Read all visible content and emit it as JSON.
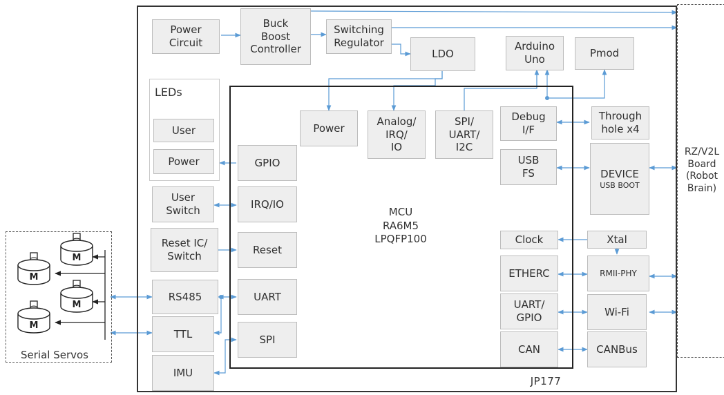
{
  "board_label": "JP177",
  "mcu_label": "MCU\nRA6M5\nLPQFP100",
  "leds_title": "LEDs",
  "serial_servos_label": "Serial Servos",
  "servo_letter": "M",
  "rz_label": "RZ/V2L\nBoard\n(Robot\nBrain)",
  "blocks": {
    "power_circuit": "Power\nCircuit",
    "buck_boost": "Buck\nBoost\nController",
    "switching_regulator": "Switching\nRegulator",
    "ldo": "LDO",
    "arduino": "Arduino\nUno",
    "pmod": "Pmod",
    "power": "Power",
    "analog": "Analog/\nIRQ/\nIO",
    "spi_uart_i2c": "SPI/\nUART/\nI2C",
    "debug": "Debug\nI/F",
    "through_hole": "Through\nhole x4",
    "led_user": "User",
    "led_power": "Power",
    "gpio": "GPIO",
    "usb_fs": "USB\nFS",
    "device": "DEVICE",
    "device_sub": "USB BOOT",
    "user_switch": "User\nSwitch",
    "irq_io": "IRQ/IO",
    "reset_ic": "Reset IC/\nSwitch",
    "reset": "Reset",
    "clock": "Clock",
    "xtal": "Xtal",
    "etherc": "ETHERC",
    "rmii": "RMII-PHY",
    "rs485": "RS485",
    "uart": "UART",
    "uart_gpio": "UART/\nGPIO",
    "wifi": "Wi-Fi",
    "ttl": "TTL",
    "spi": "SPI",
    "can": "CAN",
    "canbus": "CANBus",
    "imu": "IMU"
  },
  "colors": {
    "arrow": "#5b9bd5",
    "border": "#bcbcbc",
    "fill": "#eeeeee",
    "frame": "#333333"
  }
}
